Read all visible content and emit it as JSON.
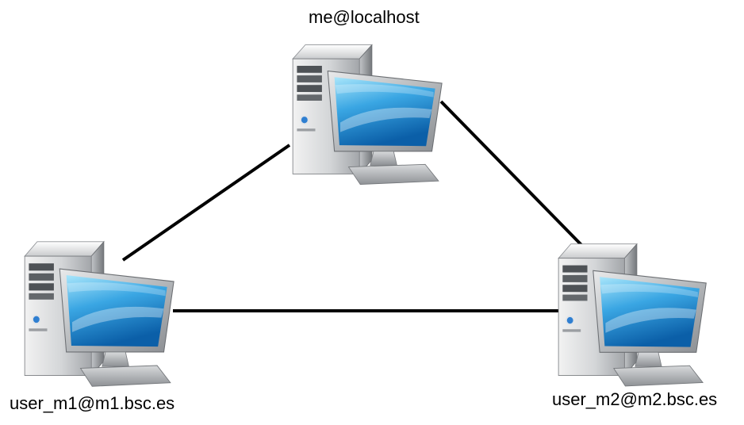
{
  "diagram": {
    "nodes": {
      "top": {
        "label": "me@localhost",
        "icon": "desktop-computer-icon"
      },
      "left": {
        "label": "user_m1@m1.bsc.es",
        "icon": "desktop-computer-icon"
      },
      "right": {
        "label": "user_m2@m2.bsc.es",
        "icon": "desktop-computer-icon"
      }
    },
    "edges": [
      {
        "from": "top",
        "to": "left"
      },
      {
        "from": "top",
        "to": "right"
      },
      {
        "from": "left",
        "to": "right"
      }
    ],
    "colors": {
      "background": "#ffffff",
      "connection": "#000000",
      "case_light": "#f0f0f0",
      "case_dark": "#8a8d91",
      "screen_light": "#9ee0f8",
      "screen_dark": "#1175bf",
      "bezel": "#c8cbce"
    }
  }
}
